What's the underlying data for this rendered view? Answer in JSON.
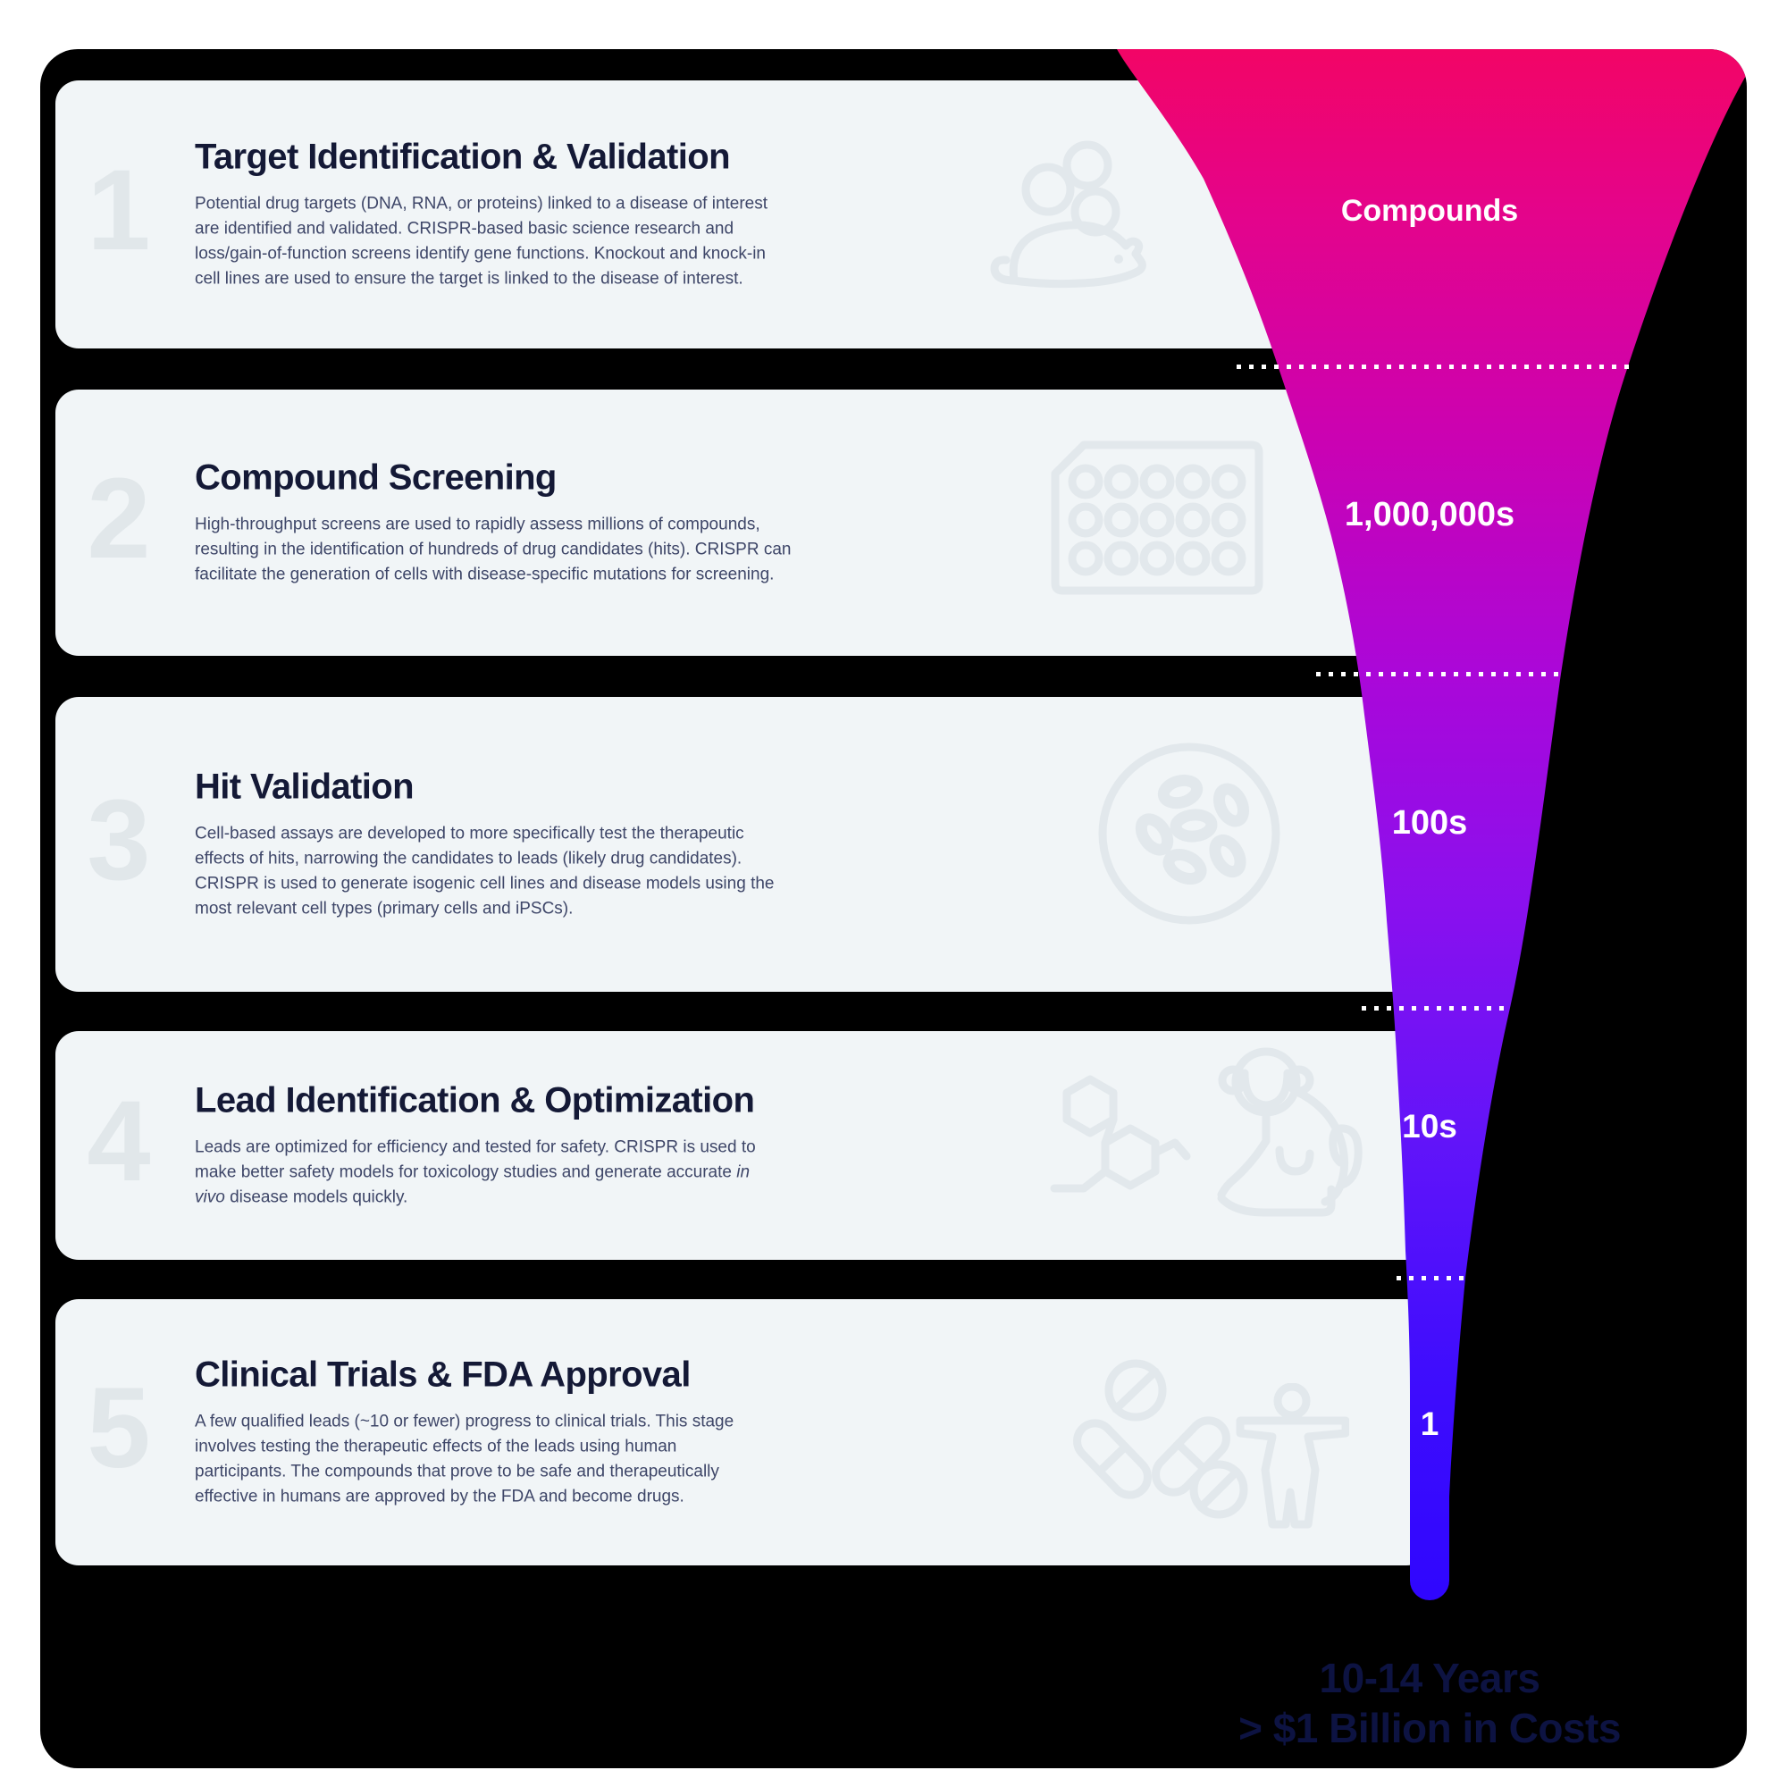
{
  "colors": {
    "board_bg": "#000000",
    "card_bg": "#f1f5f7",
    "title_text": "#141936",
    "body_text": "#3e4668",
    "stage_number": "#e1e7ea",
    "icon_stroke": "#e2e8ec",
    "funnel_label_text": "#ffffff",
    "footer_text": "#0d1342",
    "funnel_gradient": [
      "#f20566",
      "#e50489",
      "#cb02b2",
      "#ab07d8",
      "#8a10ee",
      "#6214f9",
      "#3f0dfd",
      "#2f06fe"
    ]
  },
  "stages": [
    {
      "number": "1",
      "title": "Target Identification & Validation",
      "body": "Potential drug targets (DNA, RNA, or proteins) linked to a disease of interest\nare identified and validated. CRISPR-based basic science research and\nloss/gain-of-function screens identify gene functions. Knockout and knock-in\ncell lines are used to ensure the target is linked to the disease of interest.",
      "icon": "mouse-icon"
    },
    {
      "number": "2",
      "title": "Compound Screening",
      "body": "High-throughput screens are used to rapidly assess millions of compounds,\nresulting in the identification of hundreds of drug candidates (hits). CRISPR can\nfacilitate the generation of cells with disease-specific mutations for screening.",
      "icon": "assay-plate-icon"
    },
    {
      "number": "3",
      "title": "Hit Validation",
      "body": "Cell-based assays are developed to more specifically test the therapeutic\neffects of hits, narrowing the candidates to leads (likely drug candidates).\nCRISPR is used to generate isogenic cell lines and disease models using the\nmost relevant cell types (primary cells and iPSCs).",
      "icon": "petri-dish-icon"
    },
    {
      "number": "4",
      "title": "Lead Identification & Optimization",
      "body_before_italic": "Leads are optimized for efficiency and tested for safety. CRISPR is used to\nmake better safety models for toxicology studies and generate accurate ",
      "body_italic": "in\nvivo",
      "body_after_italic": " disease models quickly.",
      "icon": "molecule-and-monkey-icons"
    },
    {
      "number": "5",
      "title": "Clinical Trials & FDA Approval",
      "body": "A few qualified leads (~10 or fewer) progress to clinical trials. This stage\ninvolves testing the therapeutic effects of the leads using human\nparticipants. The compounds that prove to be safe and therapeutically\neffective in humans are approved by the FDA and become drugs.",
      "icon": "pills-and-human-icons"
    }
  ],
  "funnel": {
    "header_label": "Compounds",
    "levels": [
      {
        "stage": "2",
        "label": "1,000,000s"
      },
      {
        "stage": "3",
        "label": "100s"
      },
      {
        "stage": "4",
        "label": "10s"
      },
      {
        "stage": "5",
        "label": "1"
      }
    ]
  },
  "footer": {
    "line1": "10-14 Years",
    "line2": "> $1 Billion in Costs"
  }
}
